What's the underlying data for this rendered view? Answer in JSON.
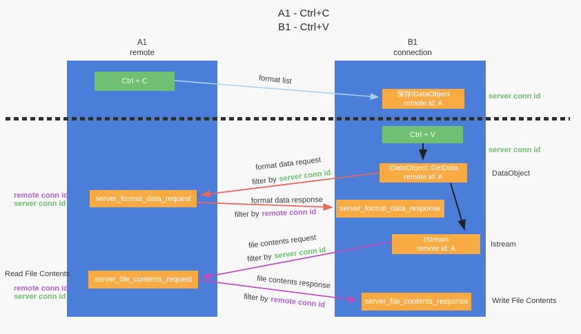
{
  "title": {
    "line1": "A1 - Ctrl+C",
    "line2": "B1 - Ctrl+V"
  },
  "lanes": {
    "left": {
      "title": "A1",
      "subtitle": "remote"
    },
    "right": {
      "title": "B1",
      "subtitle": "connection"
    }
  },
  "boxes": {
    "ctrl_c": {
      "label": "Ctrl + C"
    },
    "ctrl_v": {
      "label": "Ctrl + V"
    },
    "save_idataobject": {
      "line1": "保存IDataObject",
      "line2": "remote id: A"
    },
    "idataobject_getdata": {
      "line1": "IDataObject::GetData",
      "line2": "remote id: A"
    },
    "istream": {
      "line1": "IStream",
      "line2": "remote id: A"
    },
    "server_format_data_request": {
      "label": "server_format_data_request"
    },
    "server_format_data_response": {
      "label": "server_format_data_response"
    },
    "server_file_contents_request": {
      "label": "server_file_contents_request"
    },
    "server_file_contents_response": {
      "label": "server_file_contents_response"
    }
  },
  "flow_labels": {
    "format_list": "format list",
    "format_data_request": "format data request",
    "format_data_request_filter": {
      "prefix": "filter by",
      "id": "server conn id"
    },
    "format_data_response": "format data response",
    "format_data_response_filter": {
      "prefix": "filter by",
      "id": "remote conn id"
    },
    "file_contents_request": "file contents request",
    "file_contents_request_filter": {
      "prefix": "filter by",
      "id": "server conn id"
    },
    "file_contents_response": "file contents response",
    "file_contents_response_filter": {
      "prefix": "filter by",
      "id": "remote conn id"
    }
  },
  "annotations": {
    "right_server_conn_id_top": "server conn id",
    "right_server_conn_id_mid": "server conn id",
    "right_dataobject": "DataObject",
    "right_istream": "Istream",
    "right_write_file_contents": "Write File Contents",
    "left_remote_conn_id_top": "remote conn id",
    "left_server_conn_id_top": "server conn id",
    "left_read_file_contents": "Read File Contents",
    "left_remote_conn_id_bottom": "remote conn id",
    "left_server_conn_id_bottom": "server conn id"
  },
  "colors": {
    "background": "#f8f8f8",
    "lane_blue": "#4a7ed8",
    "box_green": "#70bf73",
    "box_orange": "#f8aa43",
    "green_id_text": "#6abf6d",
    "purple_id_text": "#af63cc",
    "arrow_lightblue": "#a9d3f2",
    "arrow_black": "#222222",
    "arrow_red": "#e8685f",
    "arrow_magenta": "#bb50c0",
    "dashed_line": "#2e2e2e"
  }
}
